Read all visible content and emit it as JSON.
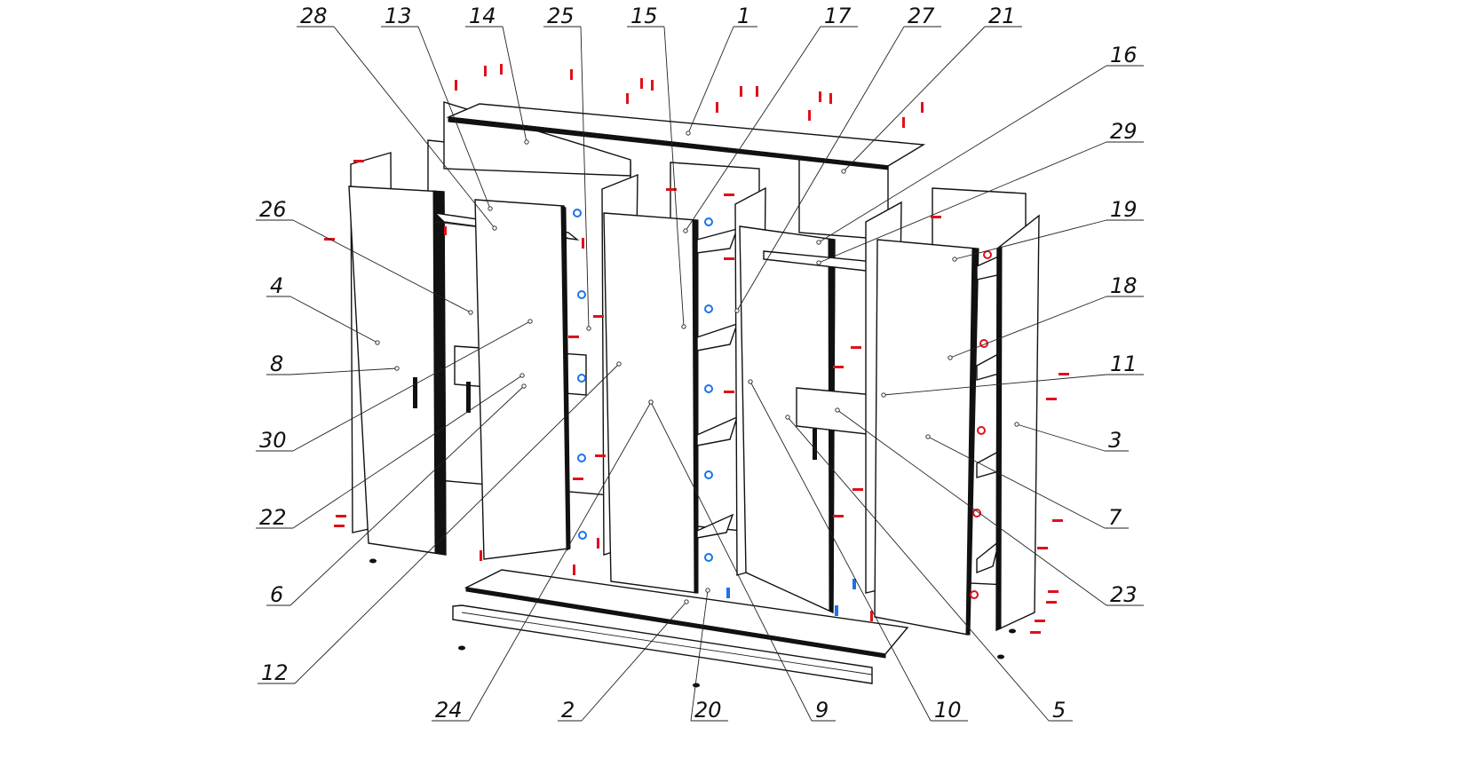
{
  "diagram": {
    "title": "Exploded wardrobe assembly",
    "labels": [
      "28",
      "13",
      "14",
      "25",
      "15",
      "1",
      "17",
      "27",
      "21",
      "16",
      "29",
      "19",
      "18",
      "11",
      "3",
      "7",
      "23",
      "5",
      "10",
      "9",
      "20",
      "2",
      "24",
      "12",
      "6",
      "22",
      "30",
      "8",
      "4",
      "26"
    ],
    "colors": {
      "fastener_red": "#e0101a",
      "fastener_blue": "#1a73e8",
      "line": "#111111"
    }
  }
}
